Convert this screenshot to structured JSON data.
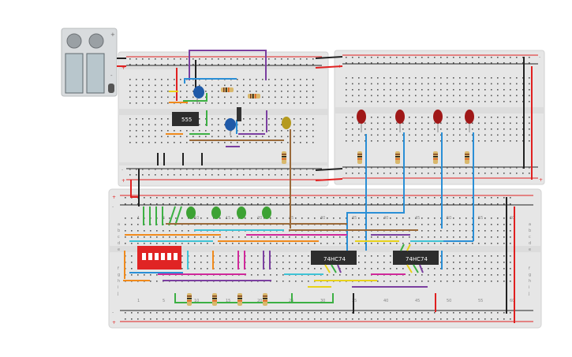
{
  "chips": {
    "timer": "555",
    "flipflop_a": "74HC74",
    "flipflop_b": "74HC74"
  },
  "battery": {
    "plus": "+",
    "minus": "-"
  },
  "rail_signs": {
    "plus": "+",
    "minus": "-"
  },
  "row_letters_top": [
    "a",
    "b",
    "c",
    "d",
    "e"
  ],
  "row_letters_bottom": [
    "f",
    "g",
    "h",
    "i",
    "j"
  ],
  "big_column_numbers": [
    "1",
    "5",
    "10",
    "15",
    "20",
    "25",
    "30",
    "35",
    "40",
    "45",
    "50",
    "55",
    "60"
  ],
  "colors": {
    "board": "#e6e6e6",
    "board_edge": "#cfcfcf",
    "rail_red": "#e02020",
    "rail_black": "#222222",
    "wire_green": "#3cb043",
    "wire_blue": "#2a8fd6",
    "wire_purple": "#7b3fa0",
    "wire_orange": "#f08a1c",
    "wire_brown": "#9a6a3a",
    "wire_yellow": "#e8d21a",
    "wire_magenta": "#d0289a",
    "wire_cyan": "#3fc3d6",
    "chip": "#2d2d2d",
    "led_red": "#a01818",
    "led_green": "#3da234",
    "led_yellow": "#b59a1e",
    "dip_switch": "#e02424",
    "capacitor": "#1f5aa8"
  },
  "icons": [
    "battery-icon",
    "resistor-icon",
    "led-icon",
    "capacitor-icon",
    "dip-switch-icon",
    "chip-icon"
  ]
}
